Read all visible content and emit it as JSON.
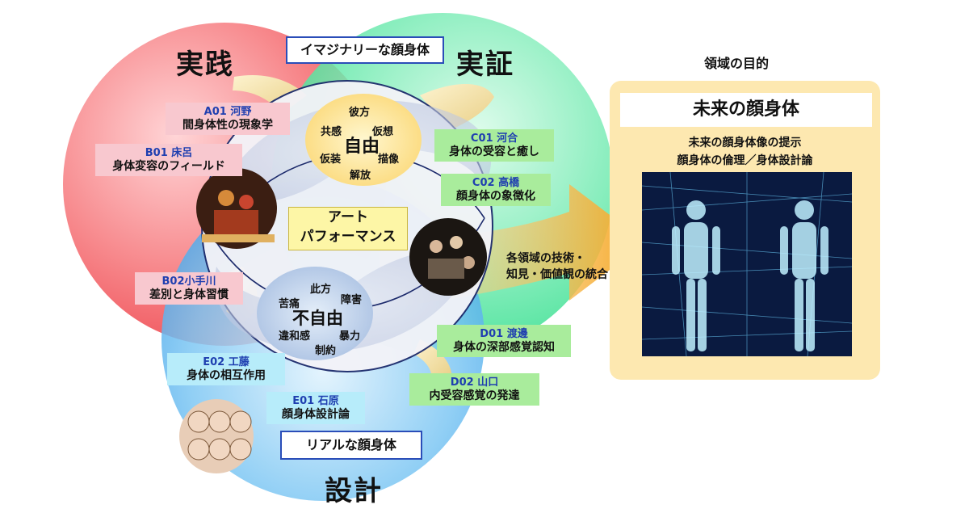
{
  "circles": {
    "practice": "実践",
    "evidence": "実証",
    "design": "設計"
  },
  "top_box": "イマジナリーな顔身体",
  "bottom_box": "リアルな顔身体",
  "freedom": {
    "center": "自由",
    "words": [
      "彼方",
      "共感",
      "仮想",
      "仮装",
      "描像",
      "解放"
    ]
  },
  "unfreedom": {
    "center": "不自由",
    "words": [
      "此方",
      "苦痛",
      "障害",
      "違和感",
      "暴力",
      "制約"
    ]
  },
  "art": {
    "line1": "アート",
    "line2": "パフォーマンス"
  },
  "tags": {
    "a01": {
      "code": "A01 河野",
      "text": "間身体性の現象学"
    },
    "b01": {
      "code": "B01 床呂",
      "text": "身体変容のフィールド"
    },
    "b02": {
      "code": "B02小手川",
      "text": "差別と身体習慣"
    },
    "c01": {
      "code": "C01 河合",
      "text": "身体の受容と癒し"
    },
    "c02": {
      "code": "C02 高橋",
      "text": "顔身体の象徴化"
    },
    "d01": {
      "code": "D01 渡邊",
      "text": "身体の深部感覚認知"
    },
    "d02": {
      "code": "D02 山口",
      "text": "内受容感覚の発達"
    },
    "e01": {
      "code": "E01 石原",
      "text": "顔身体設計論"
    },
    "e02": {
      "code": "E02 工藤",
      "text": "身体の相互作用"
    }
  },
  "arrow": {
    "line1": "各領域の技術・",
    "line2": "知見・価値観の統合"
  },
  "purpose": {
    "header": "領域の目的",
    "title": "未来の顔身体",
    "line1": "未来の顔身体像の提示",
    "line2": "顔身体の倫理／身体設計論"
  },
  "colors": {
    "practice": "#f25a5f",
    "evidence": "#43e39a",
    "design": "#3aa6ea",
    "panel": "#fde8b0",
    "arrow": "#f5a623"
  }
}
